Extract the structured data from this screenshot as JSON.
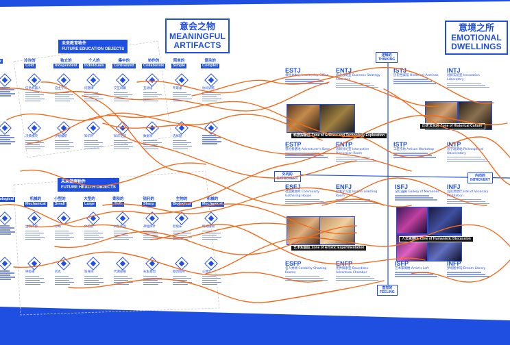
{
  "titles": {
    "left": {
      "zh": "意会之物",
      "en1": "MEANINGFUL",
      "en2": "ARTIFACTS"
    },
    "right": {
      "zh": "意境之所",
      "en1": "EMOTIONAL",
      "en2": "DWELLINGS"
    }
  },
  "sections": {
    "education": {
      "zh": "未来教育物件",
      "en": "FUTURE EDUCATION OBJECTS"
    },
    "health": {
      "zh": "未来健康物件",
      "en": "FUTURE HEALTH OBJECTS"
    }
  },
  "education_labels": [
    {
      "zh": "",
      "en": "ary"
    },
    {
      "zh": "冷冷的",
      "en": "Cold"
    },
    {
      "zh": "独立的",
      "en": "Independent"
    },
    {
      "zh": "个人的",
      "en": "Individuals"
    },
    {
      "zh": "集中的",
      "en": "Centralized"
    },
    {
      "zh": "协作的",
      "en": "Collaborate"
    },
    {
      "zh": "简单的",
      "en": "Simple"
    },
    {
      "zh": "复杂的",
      "en": "Complex"
    }
  ],
  "health_labels": [
    {
      "zh": "",
      "en": "Biological"
    },
    {
      "zh": "机械的",
      "en": "Mechanical"
    },
    {
      "zh": "小型的",
      "en": "Small"
    },
    {
      "zh": "大型的",
      "en": "Large"
    },
    {
      "zh": "柔和的",
      "en": "Soft"
    },
    {
      "zh": "锐利的",
      "en": "Sharp"
    },
    {
      "zh": "生物的",
      "en": "Biological"
    },
    {
      "zh": "机械的",
      "en": "Mechanical"
    }
  ],
  "edu_objects_row1": [
    "",
    "信息机器人",
    "自主学习",
    "问题球",
    "交互屏幕",
    "互动墙",
    "专家桌",
    "协同训练"
  ],
  "edu_objects_row2": [
    "",
    "决策模块",
    "梦想编织",
    "知识叶",
    "知识花园",
    "数据亭",
    "选择题",
    ""
  ],
  "health_objects_row1": [
    "",
    "生物传感",
    "诊断",
    "体检舱",
    "共生面具",
    "神经探针",
    "智能床",
    "情绪植物"
  ],
  "health_objects_row2": [
    "",
    "呼吸罩",
    "药丸",
    "生育树",
    "代谢皮肤",
    "永生基因",
    "基因程序",
    "心情灯"
  ],
  "axis": {
    "top": {
      "zh": "逻辑的",
      "en": "THINKING"
    },
    "bottom": {
      "zh": "直觉的",
      "en": "FEELING"
    },
    "left": {
      "zh": "外向的",
      "en": "EXTROVERT"
    },
    "right": {
      "zh": "内向的",
      "en": "INTROVERT"
    }
  },
  "mbti": [
    {
      "code": "ESTJ",
      "name": "领导力中心 Leadership Office"
    },
    {
      "code": "ENTJ",
      "name": "商业战略室 Business Strategy Chamber"
    },
    {
      "code": "ISTJ",
      "name": "历史档案馆 Historical Archives"
    },
    {
      "code": "INTJ",
      "name": "创新实验室 Innovation Laboratory"
    },
    {
      "code": "ESTP",
      "name": "冒险者基地 Adventurer's Base"
    },
    {
      "code": "ENTP",
      "name": "思辨讨论室 Interactive Discussion Room"
    },
    {
      "code": "ISTP",
      "name": "工匠作坊 Artisan Workshop"
    },
    {
      "code": "INTP",
      "name": "哲学观测站 Philosophical Observatory"
    },
    {
      "code": "ESFJ",
      "name": "社区聚会所 Community Gathering House"
    },
    {
      "code": "ENFJ",
      "name": "启发学习室 Inspire Learning Room"
    },
    {
      "code": "ISFJ",
      "name": "记忆画廊 Gallery of Memories"
    },
    {
      "code": "INFJ",
      "name": "远见冥想厅 Hall of Visionary Meditation"
    },
    {
      "code": "ESFP",
      "name": "名人秀场 Celebrity Showing Rooms"
    },
    {
      "code": "ENFP",
      "name": "无界探索室 Boundless Adventure Chamber"
    },
    {
      "code": "ISFP",
      "name": "艺术家阁楼 Artist's Loft"
    },
    {
      "code": "INFP",
      "name": "梦境图书馆 Dream Library"
    }
  ],
  "zones": {
    "sci": {
      "zh": "科技探索区",
      "en": "Zone of Science and Technology Exploration"
    },
    "hist": {
      "zh": "历史文化区",
      "en": "Zone of Historical Culture"
    },
    "art": {
      "zh": "艺术实验区",
      "en": "Zone of Artistic Experimentation"
    },
    "hum": {
      "zh": "人文思辨区",
      "en": "Zone of Humanistic Discussion"
    }
  },
  "colors": {
    "accent": "#1f4fe0",
    "paper": "#ffffff",
    "link": "#f26b1d"
  }
}
